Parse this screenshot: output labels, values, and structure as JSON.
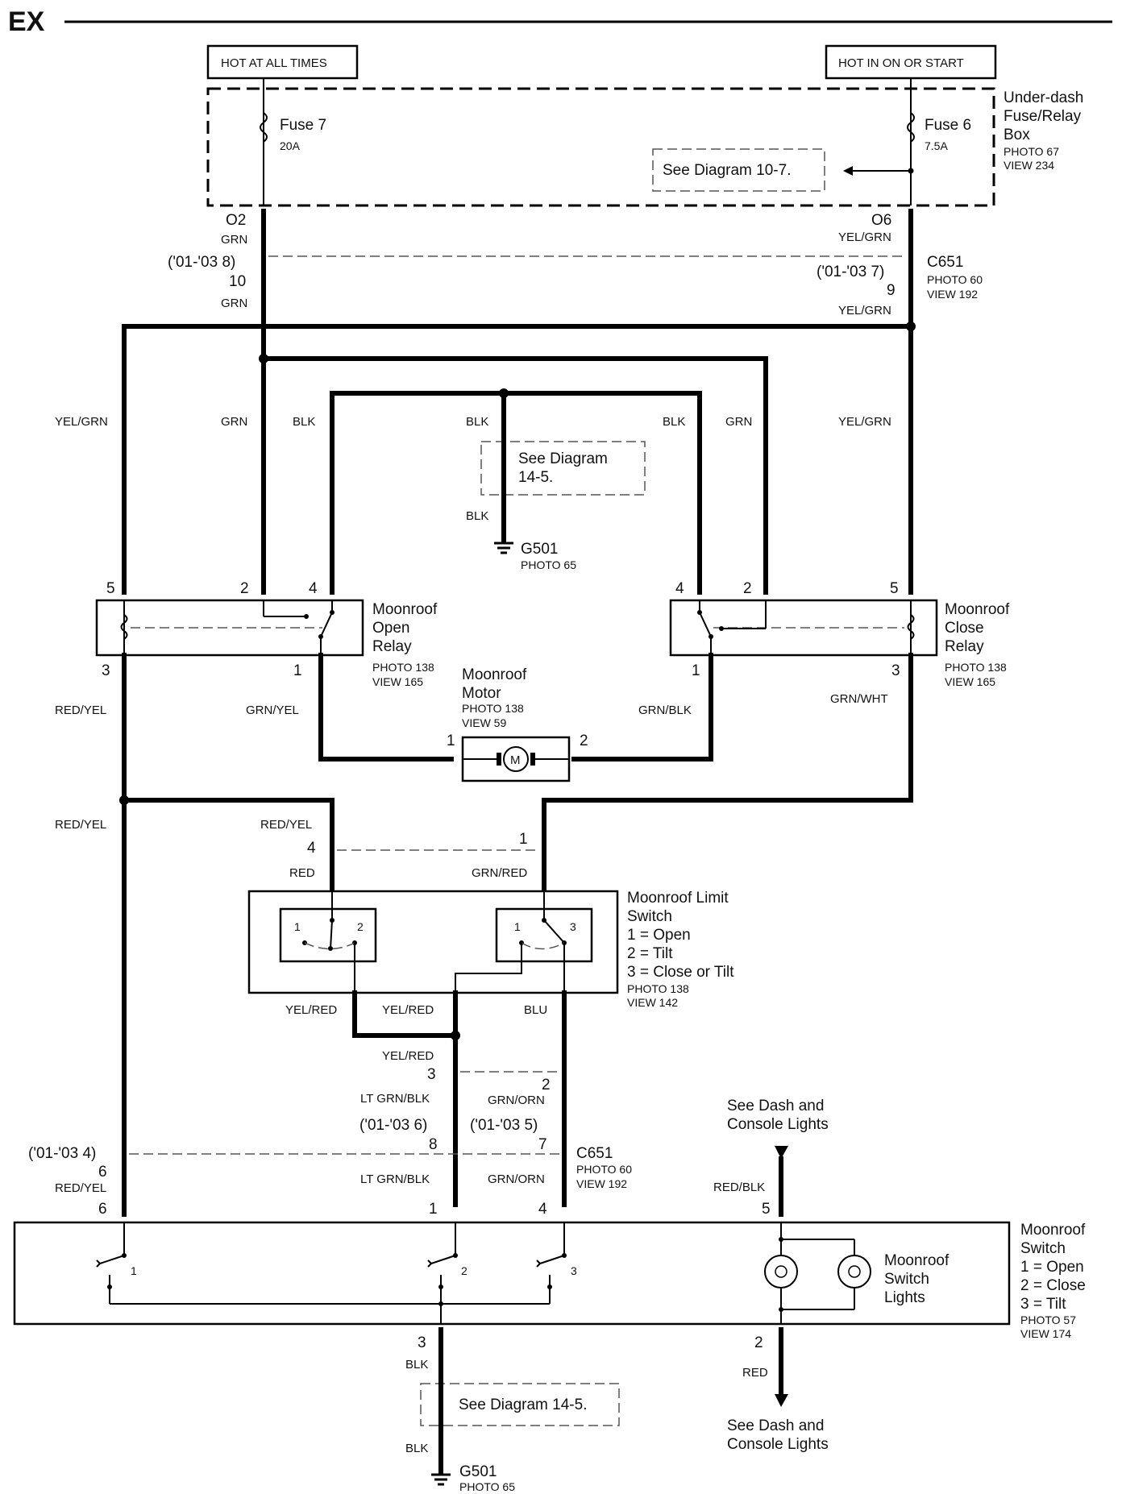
{
  "header": {
    "title": "EX"
  },
  "power": {
    "hot_at_all_times": "HOT AT ALL TIMES",
    "hot_in_on_or_start": "HOT IN ON OR START"
  },
  "fuse_box": {
    "name_line1": "Under-dash",
    "name_line2": "Fuse/Relay",
    "name_line3": "Box",
    "photo": "PHOTO 67",
    "view": "VIEW 234",
    "fuse7_label": "Fuse 7",
    "fuse7_rating": "20A",
    "fuse6_label": "Fuse 6",
    "fuse6_rating": "7.5A",
    "see_diagram": "See Diagram 10-7.",
    "o2": "O2",
    "o6": "O6"
  },
  "connector_c651_top": {
    "left_year": "('01-'03 8)",
    "left_pin": "10",
    "right_year": "('01-'03 7)",
    "right_pin": "9",
    "name": "C651",
    "photo": "PHOTO 60",
    "view": "VIEW 192"
  },
  "ground_top": {
    "see_diagram_line1": "See Diagram",
    "see_diagram_line2": "14-5.",
    "name": "G501",
    "photo": "PHOTO 65"
  },
  "wire_colors": {
    "grn": "GRN",
    "yel_grn": "YEL/GRN",
    "blk": "BLK",
    "red_yel": "RED/YEL",
    "grn_yel": "GRN/YEL",
    "grn_blk": "GRN/BLK",
    "grn_wht": "GRN/WHT",
    "red": "RED",
    "grn_red": "GRN/RED",
    "yel_red": "YEL/RED",
    "blu": "BLU",
    "lt_grn_blk": "LT GRN/BLK",
    "grn_orn": "GRN/ORN",
    "red_blk": "RED/BLK"
  },
  "open_relay": {
    "name_line1": "Moonroof",
    "name_line2": "Open",
    "name_line3": "Relay",
    "photo": "PHOTO 138",
    "view": "VIEW 165",
    "pins": {
      "p5": "5",
      "p2": "2",
      "p4": "4",
      "p3": "3",
      "p1": "1"
    }
  },
  "close_relay": {
    "name_line1": "Moonroof",
    "name_line2": "Close",
    "name_line3": "Relay",
    "photo": "PHOTO 138",
    "view": "VIEW 165",
    "pins": {
      "p4": "4",
      "p2": "2",
      "p5": "5",
      "p1": "1",
      "p3": "3"
    }
  },
  "motor": {
    "name_line1": "Moonroof",
    "name_line2": "Motor",
    "photo": "PHOTO 138",
    "view": "VIEW 59",
    "pin1": "1",
    "pin2": "2",
    "symbol": "M"
  },
  "limit_switch": {
    "name_line1": "Moonroof Limit",
    "name_line2": "Switch",
    "legend1": "1 = Open",
    "legend2": "2 = Tilt",
    "legend3": "3 = Close or Tilt",
    "photo": "PHOTO 138",
    "view": "VIEW 142",
    "pin4": "4",
    "pin1": "1",
    "sw_a_1": "1",
    "sw_a_2": "2",
    "sw_b_1": "1",
    "sw_b_3": "3"
  },
  "connector_c651_bottom": {
    "pin3": "3",
    "pin2": "2",
    "year_left": "('01-'03 4)",
    "pin6": "6",
    "year_mid": "('01-'03 6)",
    "pin8": "8",
    "year_right": "('01-'03 5)",
    "pin7": "7",
    "name": "C651",
    "photo": "PHOTO 60",
    "view": "VIEW 192"
  },
  "dash_lights": {
    "top_line1": "See Dash and",
    "top_line2": "Console Lights",
    "bottom_line1": "See Dash and",
    "bottom_line2": "Console Lights"
  },
  "moonroof_switch": {
    "name_line1": "Moonroof",
    "name_line2": "Switch",
    "legend1": "1 = Open",
    "legend2": "2 = Close",
    "legend3": "3 = Tilt",
    "photo": "PHOTO 57",
    "view": "VIEW 174",
    "lights_line1": "Moonroof",
    "lights_line2": "Switch",
    "lights_line3": "Lights",
    "pin6": "6",
    "pin1": "1",
    "pin4": "4",
    "pin5": "5",
    "pin3": "3",
    "pin2": "2",
    "sw1": "1",
    "sw2": "2",
    "sw3": "3"
  },
  "ground_bottom": {
    "see_diagram": "See Diagram 14-5.",
    "name": "G501",
    "photo": "PHOTO 65"
  }
}
